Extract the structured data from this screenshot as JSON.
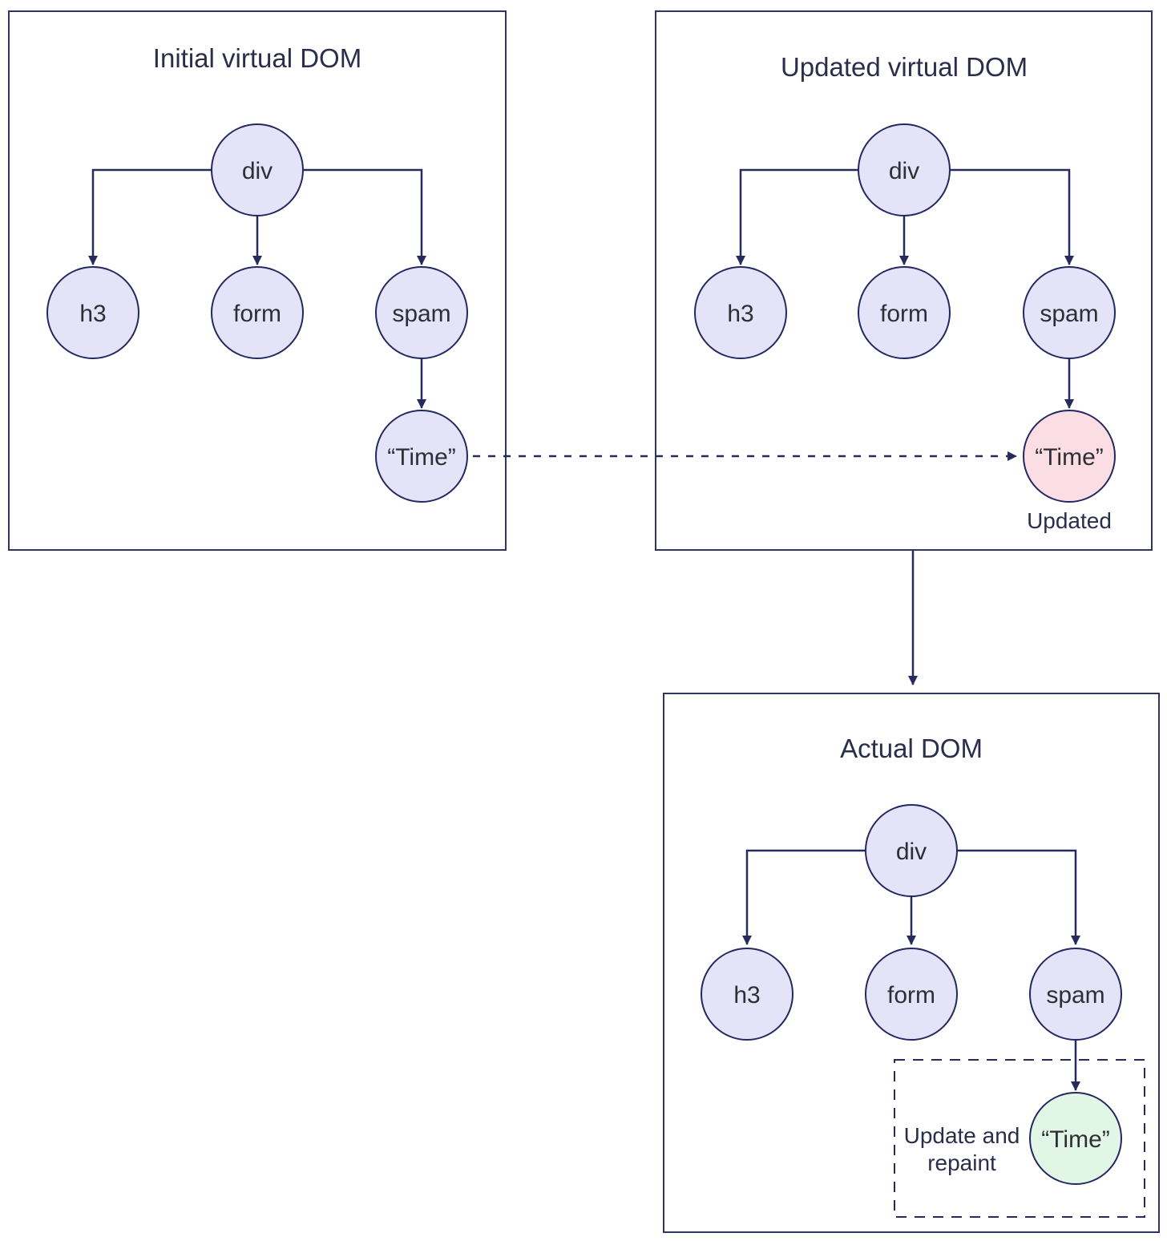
{
  "diagram": {
    "panels": [
      {
        "title": "Initial virtual DOM",
        "nodes": {
          "root": "div",
          "child1": "h3",
          "child2": "form",
          "child3": "spam",
          "leaf": "“Time”"
        }
      },
      {
        "title": "Updated virtual DOM",
        "nodes": {
          "root": "div",
          "child1": "h3",
          "child2": "form",
          "child3": "spam",
          "leaf": "“Time”"
        },
        "leaf_caption": "Updated"
      },
      {
        "title": "Actual DOM",
        "nodes": {
          "root": "div",
          "child1": "h3",
          "child2": "form",
          "child3": "spam",
          "leaf": "“Time”"
        },
        "callout": {
          "line1": "Update and",
          "line2": "repaint"
        }
      }
    ],
    "colors": {
      "line": "#262a5c",
      "panel_border": "#30355f",
      "node_fill": "#e5e3f8",
      "updated_node_fill": "#fbdee3",
      "repainted_node_fill": "#e2f6e5",
      "title_text": "#2b2e4a",
      "node_text": "#2e2e34",
      "background": "#ffffff"
    }
  }
}
